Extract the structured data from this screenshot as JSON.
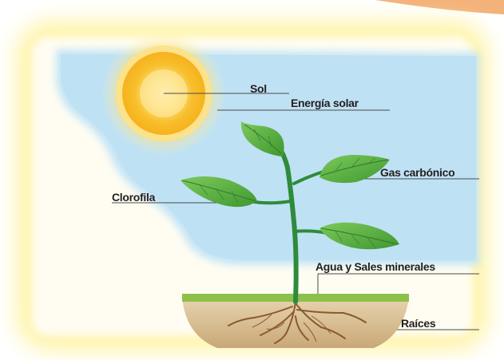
{
  "labels": {
    "sun": "Sol",
    "solar_energy": "Energía solar",
    "carbon_gas": "Gas carbónico",
    "chlorophyll": "Clorofila",
    "water_minerals": "Agua y Sales minerales",
    "roots": "Raíces"
  },
  "colors": {
    "sky": "#c3e4f6",
    "glow": "#fff6a8",
    "sun_core": "#f6b21d",
    "leaf": "#4fa83a",
    "stem": "#2e8b3a",
    "ground": "#8cc04a",
    "soil": "#dcc39b",
    "root": "#8a5a2b",
    "banner": "#f3b27a"
  }
}
